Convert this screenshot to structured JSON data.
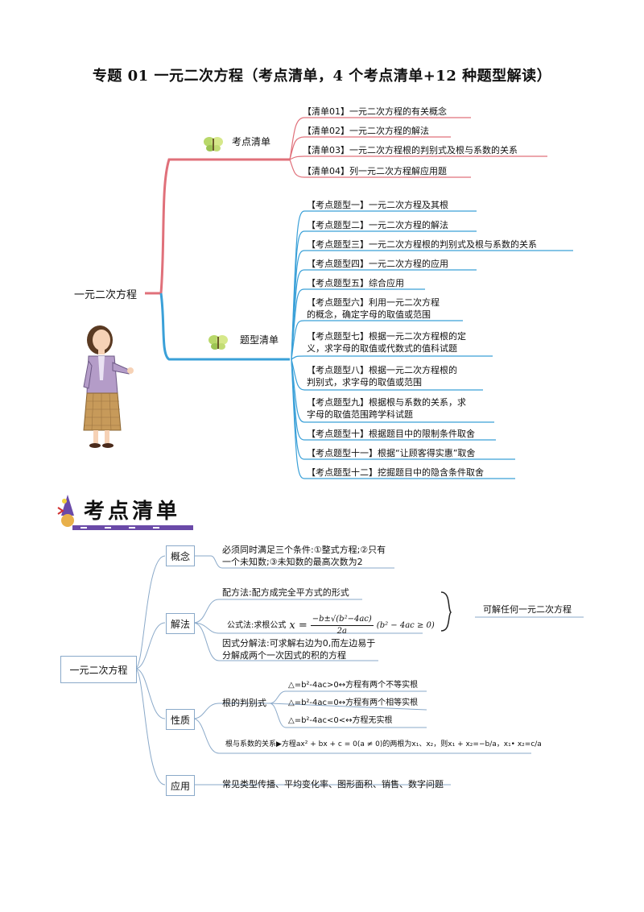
{
  "title": "专题 01  一元二次方程（考点清单，4 个考点清单+12 种题型解读）",
  "mindmap1": {
    "root": "一元二次方程",
    "branch_kaodian": {
      "label": "考点清单",
      "items": [
        "【清单01】一元二次方程的有关概念",
        "【清单02】一元二次方程的解法",
        "【清单03】一元二次方程根的判别式及根与系数的关系",
        "【清单04】列一元二次方程解应用题"
      ]
    },
    "branch_tixing": {
      "label": "题型清单",
      "items": [
        [
          "【考点题型一】一元二次方程及其根"
        ],
        [
          "【考点题型二】一元二次方程的解法"
        ],
        [
          "【考点题型三】一元二次方程根的判别式及根与系数的关系"
        ],
        [
          "【考点题型四】一元二次方程的应用"
        ],
        [
          "【考点题型五】综合应用"
        ],
        [
          "【考点题型六】利用一元二次方程",
          "的概念，确定字母的取值或范围"
        ],
        [
          "【考点题型七】根据一元二次方程根的定",
          "义，求字母的取值或代数式的值科试题"
        ],
        [
          "【考点题型八】根据一元二次方程根的",
          "判别式，求字母的取值或范围"
        ],
        [
          "【考点题型九】根据根与系数的关系，求",
          "字母的取值范围跨学科试题"
        ],
        [
          "【考点题型十】根据题目中的限制条件取舍"
        ],
        [
          "【考点题型十一】根据“让顾客得实惠”取舍"
        ],
        [
          "【考点题型十二】挖掘题目中的隐含条件取舍"
        ]
      ]
    }
  },
  "banner": {
    "text": "考点清单"
  },
  "mindmap2": {
    "root": "一元二次方程",
    "gainian": {
      "label": "概念",
      "lines": [
        "必须同时满足三个条件:①整式方程;②只有",
        "一个未知数;③未知数的最高次数为2"
      ]
    },
    "jiefa": {
      "label": "解法",
      "peifang": "配方法:配方成完全平方式的形式",
      "gongshi_prefix": "公式法:求根公式",
      "gongshi_x": "x =",
      "gongshi_num": "−b±√(b²−4ac)",
      "gongshi_den": "2a",
      "gongshi_cond": "(b² − 4ac ≥ 0)",
      "brace_note": "可解任何一元二次方程",
      "yinshi": [
        "因式分解法:可求解右边为0,而左边易于",
        "分解成两个一次因式的积的方程"
      ]
    },
    "xingzhi": {
      "label": "性质",
      "panbie": "根的判别式",
      "cases": [
        "△=b²-4ac>0↔方程有两个不等实根",
        "△=b²-4ac=0↔方程有两个相等实根",
        "△=b²-4ac<0<↔方程无实根"
      ],
      "vieta": "根与系数的关系▶方程ax² + bx + c = 0(a ≠ 0)的两根为x₁、x₂，则x₁ + x₂=−b/a，x₁• x₂=c/a"
    },
    "yingyong": {
      "label": "应用",
      "text": "常见类型传播、平均变化率、图形面积、销售、数字问题"
    }
  },
  "colors": {
    "pink": "#e0707a",
    "blue": "#3aa0d8",
    "lightblue": "#8aa9c9"
  }
}
